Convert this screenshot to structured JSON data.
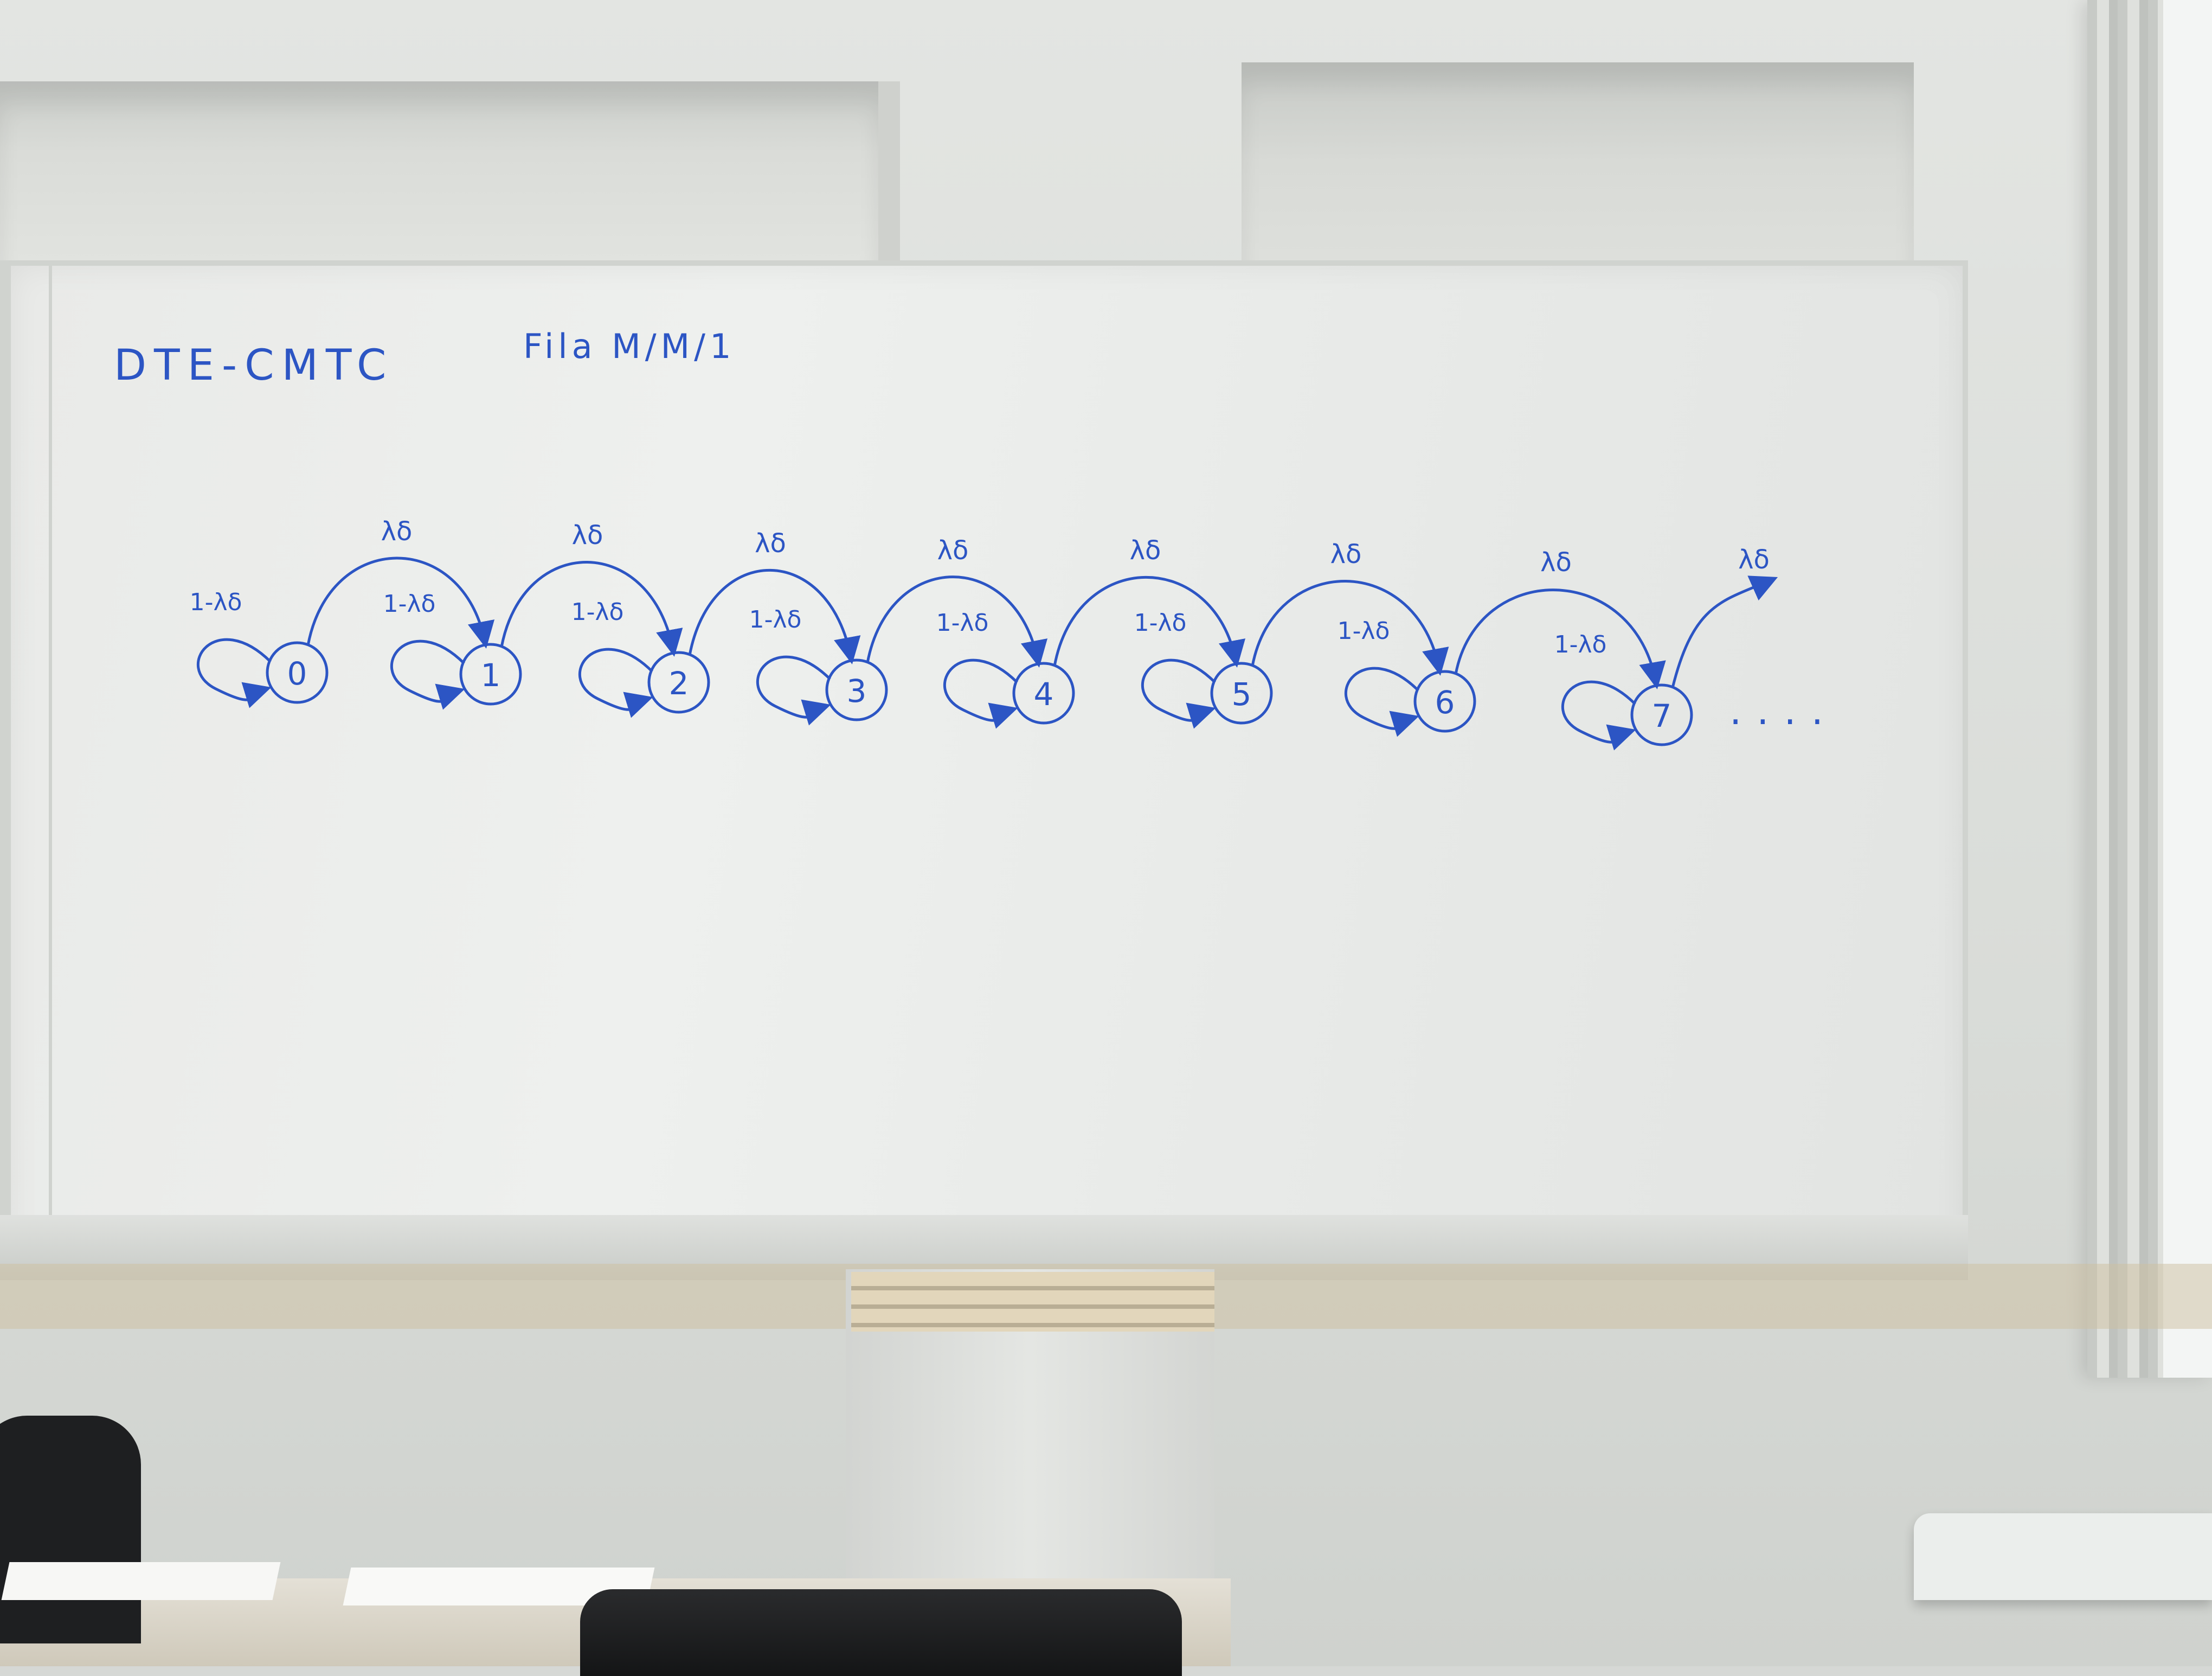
{
  "board": {
    "left_heading": "DTE-CMTC",
    "right_heading": "Fila M/M/1",
    "states": [
      "0",
      "1",
      "2",
      "3",
      "4",
      "5",
      "6",
      "7"
    ],
    "forward_label": "λδ",
    "self_loop_label": "1-λδ",
    "continuation": "...."
  },
  "colors": {
    "ink": "#2c55c4",
    "board": "#eceeec",
    "wall": "#dfe1de"
  }
}
